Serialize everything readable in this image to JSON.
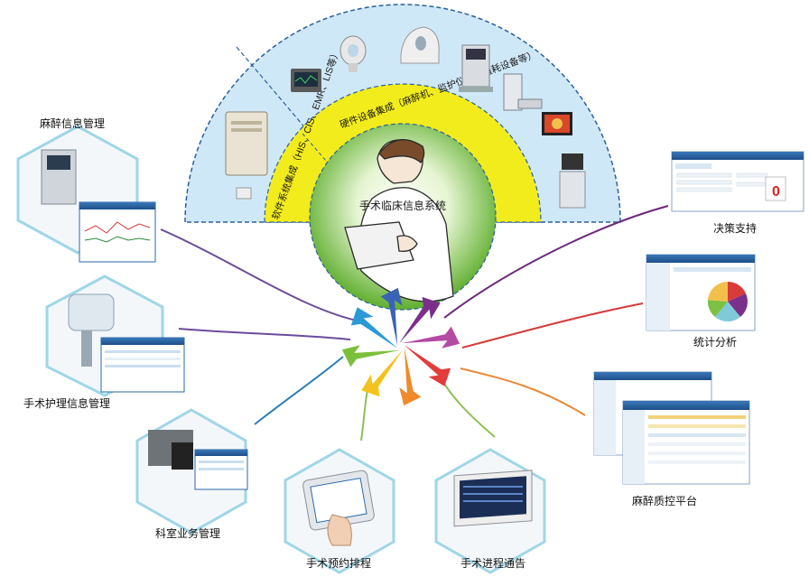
{
  "center": {
    "title": "手术临床信息系统",
    "ring_software": "软件系统集成（HIS、CIS、EMR、LIS等）",
    "ring_hardware": "硬件设备集成（麻醉机、监护仪、高值耗设备等）"
  },
  "modules": {
    "anesthesia_info": "麻醉信息管理",
    "nursing_info": "手术护理信息管理",
    "department": "科室业务管理",
    "scheduling": "手术预约排程",
    "progress": "手术进程通告",
    "quality_control": "麻醉质控平台",
    "statistics": "统计分析",
    "decision_support": "决策支持"
  },
  "decision_screen": {
    "alert_value": "0"
  },
  "colors": {
    "sky_fan": "#cfe8f8",
    "yellow_ring": "#f3ec1c",
    "green_core": "#7cc142",
    "hex_border": "#9fd6e8"
  }
}
